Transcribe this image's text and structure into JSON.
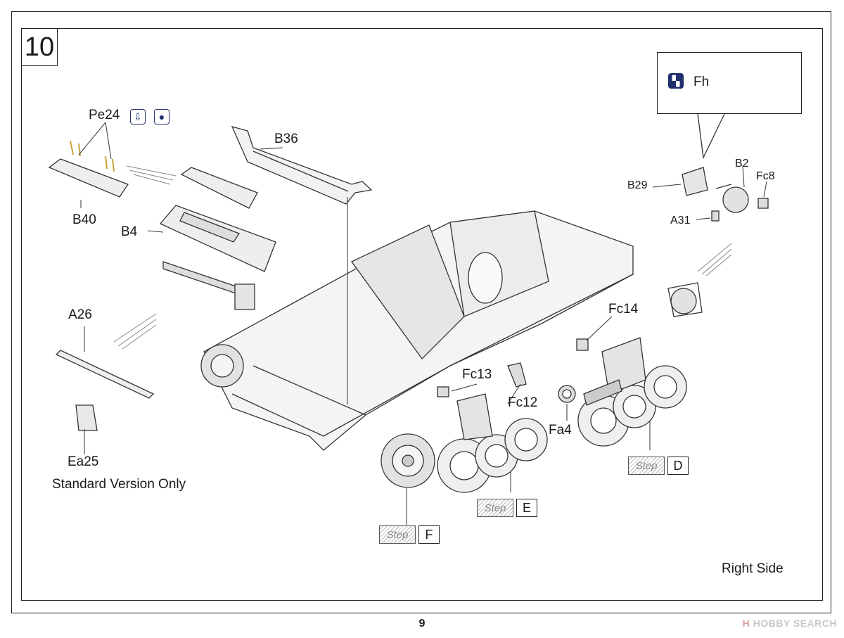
{
  "step_number": "10",
  "parts": {
    "pe24": "Pe24",
    "b36": "B36",
    "b40": "B40",
    "b4": "B4",
    "a26": "A26",
    "ea25": "Ea25",
    "fc13": "Fc13",
    "fc12": "Fc12",
    "fa4": "Fa4",
    "fc14": "Fc14",
    "b2": "B2",
    "fc8": "Fc8",
    "b29": "B29",
    "a31": "A31",
    "fh": "Fh"
  },
  "notes": {
    "standard_version": "Standard Version Only",
    "side": "Right Side"
  },
  "step_refs": [
    {
      "hatch": "Step",
      "letter": "D"
    },
    {
      "hatch": "Step",
      "letter": "E"
    },
    {
      "hatch": "Step",
      "letter": "F"
    }
  ],
  "icons": {
    "bend": "bend-down-icon",
    "glue": "glue-drop-icon",
    "photo_etch": "photo-etch-icon"
  },
  "footer": {
    "page_number": "9",
    "watermark_logo": "H",
    "watermark_text": "HOBBY SEARCH"
  }
}
